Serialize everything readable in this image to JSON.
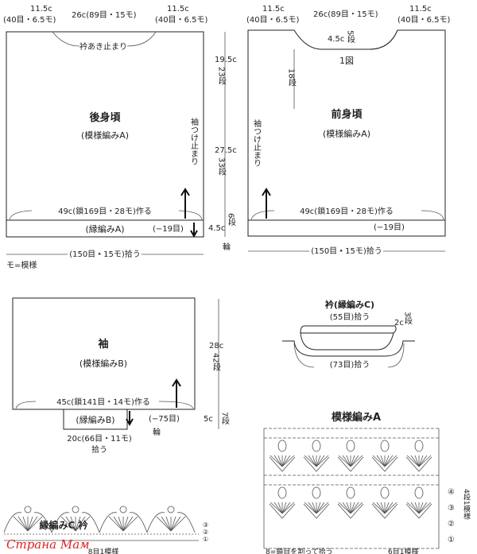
{
  "back": {
    "title": "後身頃",
    "pattern": "(模様編みA)",
    "side_w": "11.5c",
    "side_st": "(40目・6.5モ)",
    "center": "26c(89目・15モ)",
    "neck_stop": "衿あき止まり",
    "sleeve_stop": "袖つけ止まり",
    "upper_h": "19.5c",
    "upper_rows": "23段",
    "lower_h": "27.5c",
    "lower_rows": "33段",
    "band_h": "4.5c",
    "band_rows": "6段",
    "chain": "49c(鎖169目・28モ)作る",
    "band": "(縁編みA)",
    "decrease": "(−19目)",
    "pickup": "(150目・15モ)拾う",
    "ring": "輪",
    "legend": "モ=模様"
  },
  "front": {
    "title": "前身頃",
    "pattern": "(模様編みA)",
    "side_w": "11.5c",
    "side_st": "(40目・6.5モ)",
    "center": "26c(89目・15モ)",
    "neck_depth": "4.5c",
    "neck_rows": "5段",
    "neck_fig": "1図",
    "rows_18": "18段",
    "sleeve_stop": "袖つけ止まり",
    "chain": "49c(鎖169目・28モ)作る",
    "decrease": "(−19目)",
    "pickup": "(150目・15モ)拾う"
  },
  "sleeve": {
    "title": "袖",
    "pattern": "(模様編みB)",
    "height": "28c",
    "rows": "42段",
    "chain": "45c(鎖141目・14モ)作る",
    "band": "(縁編みB)",
    "decrease": "(−75目)",
    "band_h": "5c",
    "band_rows": "7段",
    "cuff": "20c(66目・11モ)",
    "pickup": "拾う",
    "ring": "輪"
  },
  "collar": {
    "title": "衿(縁編みC)",
    "inner": "(55目)拾う",
    "outer": "(73目)拾う",
    "height": "2c",
    "rows": "3段"
  },
  "pattern_a": {
    "title": "模様編みA",
    "rows": [
      "④",
      "③",
      "②",
      "①"
    ],
    "repeat": "4段1模様",
    "note": "8=鎖目を割って拾う",
    "repeat_st": "6目1模様"
  },
  "edge_c": {
    "title": "縁編みC 衿",
    "rows": [
      "③",
      "②",
      "①"
    ],
    "repeat": "8目1模様"
  },
  "watermark": "Страна Мам"
}
